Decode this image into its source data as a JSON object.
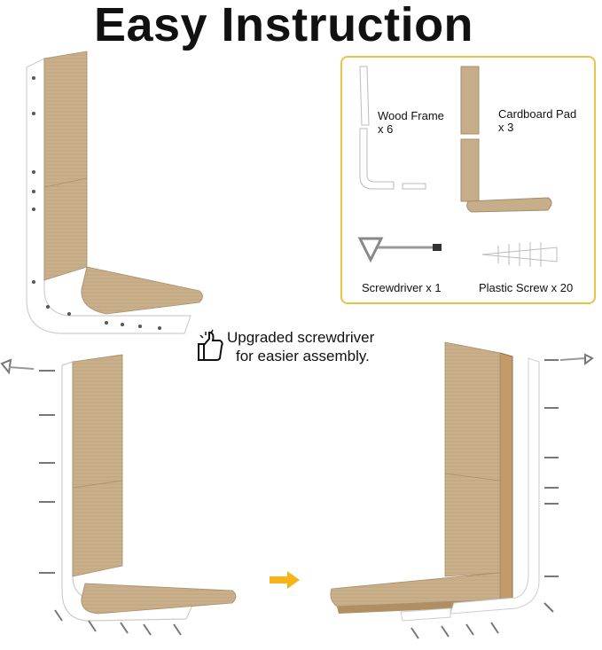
{
  "title": "Easy Instruction",
  "parts": [
    {
      "name": "Wood Frame",
      "qty": "x 6"
    },
    {
      "name": "Cardboard Pad",
      "qty": "x 3"
    },
    {
      "name": "Screwdriver x 1"
    },
    {
      "name": "Plastic Screw x 20"
    }
  ],
  "note": {
    "line1": "Upgraded screwdriver",
    "line2": "for easier assembly."
  },
  "colors": {
    "accent": "#e8c34a",
    "arrow": "#f5b41a",
    "cardboard": "#c7ae8a",
    "frame": "#ffffff",
    "frame_edge": "#d0d0d0"
  },
  "icons": [
    "thumbs-up-icon",
    "arrow-right-icon"
  ]
}
